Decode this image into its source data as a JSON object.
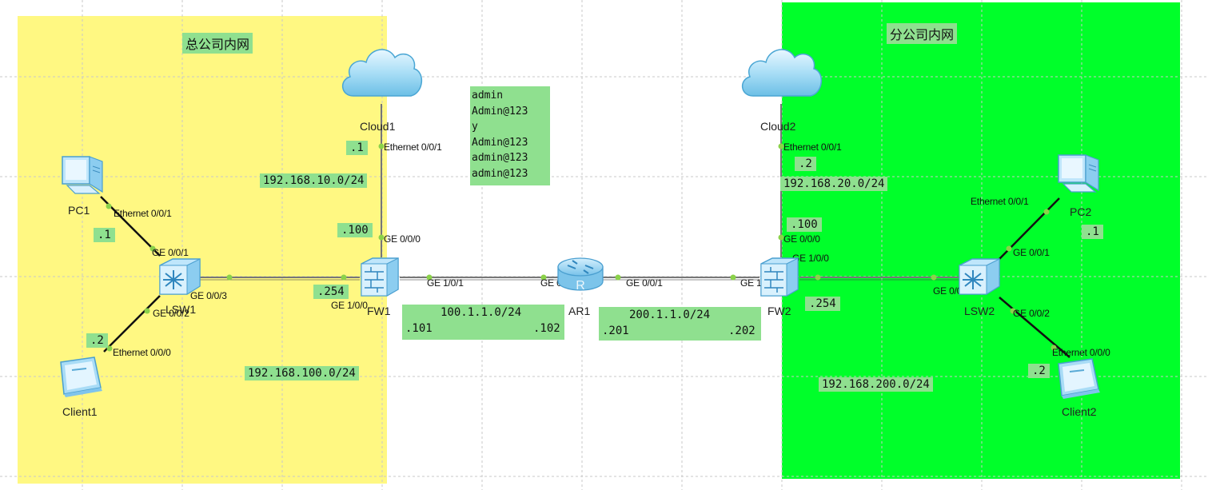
{
  "zones": {
    "hq": {
      "title": "总公司内网",
      "color": "#fff882"
    },
    "branch": {
      "title": "分公司内网",
      "color": "#00ff2a"
    }
  },
  "devices": {
    "pc1": "PC1",
    "client1": "Client1",
    "lsw1": "LSW1",
    "cloud1": "Cloud1",
    "fw1": "FW1",
    "ar1": "AR1",
    "fw2": "FW2",
    "cloud2": "Cloud2",
    "lsw2": "LSW2",
    "pc2": "PC2",
    "client2": "Client2"
  },
  "credentials": [
    "admin",
    "Admin@123",
    "y",
    "Admin@123",
    "admin@123",
    "admin@123"
  ],
  "subnets": {
    "mgmt_hq": "192.168.10.0/24",
    "mgmt_branch": "192.168.20.0/24",
    "lan_hq": "192.168.100.0/24",
    "lan_branch": "192.168.200.0/24"
  },
  "wan1": {
    "net": "100.1.1.0/24",
    "left": ".101",
    "right": ".102"
  },
  "wan2": {
    "net": "200.1.1.0/24",
    "left": ".201",
    "right": ".202"
  },
  "host_ips": {
    "pc1": ".1",
    "client1": ".2",
    "cloud1": ".1",
    "fw1_mgmt": ".100",
    "fw1_lan": ".254",
    "cloud2": ".2",
    "fw2_mgmt": ".100",
    "fw2_lan": ".254",
    "pc2": ".1",
    "client2": ".2"
  },
  "ports": {
    "pc1_eth": "Ethernet 0/0/1",
    "lsw1_pc1": "GE 0/0/1",
    "lsw1_up": "GE 0/0/3",
    "lsw1_client": "GE 0/0/2",
    "client1_eth": "Ethernet 0/0/0",
    "cloud1_eth": "Ethernet 0/0/1",
    "fw1_mgmt": "GE 0/0/0",
    "fw1_lan": "GE 1/0/0",
    "fw1_wan": "GE 1/0/1",
    "ar1_left": "GE 0/0/0",
    "ar1_right": "GE 0/0/1",
    "fw2_wan": "GE 1/0/1",
    "fw2_lan": "GE 1/0/0",
    "fw2_mgmt": "GE 0/0/0",
    "cloud2_eth": "Ethernet 0/0/1",
    "lsw2_up": "GE 0/0/3",
    "lsw2_pc2": "GE 0/0/1",
    "lsw2_client": "GE 0/0/2",
    "pc2_eth": "Ethernet 0/0/1",
    "client2_eth": "Ethernet 0/0/0"
  }
}
